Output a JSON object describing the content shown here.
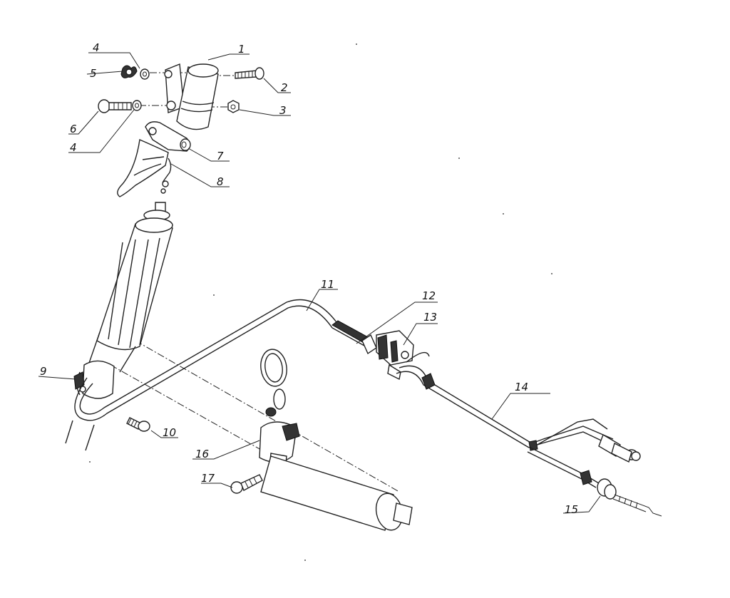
{
  "callouts": [
    {
      "id": "c1",
      "label": "1"
    },
    {
      "id": "c2",
      "label": "2"
    },
    {
      "id": "c3",
      "label": "3"
    },
    {
      "id": "c4a",
      "label": "4"
    },
    {
      "id": "c4b",
      "label": "4"
    },
    {
      "id": "c5",
      "label": "5"
    },
    {
      "id": "c6",
      "label": "6"
    },
    {
      "id": "c7",
      "label": "7"
    },
    {
      "id": "c8",
      "label": "8"
    },
    {
      "id": "c9",
      "label": "9"
    },
    {
      "id": "c10",
      "label": "10"
    },
    {
      "id": "c11",
      "label": "11"
    },
    {
      "id": "c12",
      "label": "12"
    },
    {
      "id": "c13",
      "label": "13"
    },
    {
      "id": "c14",
      "label": "14"
    },
    {
      "id": "c15",
      "label": "15"
    },
    {
      "id": "c16",
      "label": "16"
    },
    {
      "id": "c17",
      "label": "17"
    }
  ]
}
